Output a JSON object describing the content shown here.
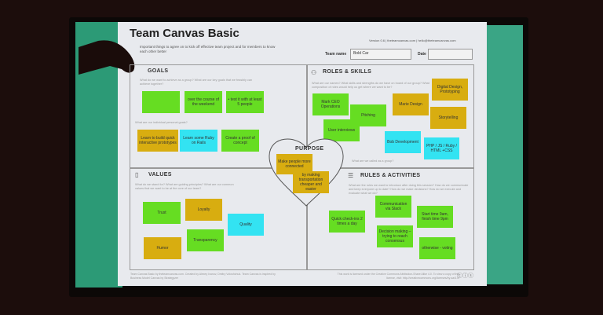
{
  "header": {
    "title": "Team Canvas Basic",
    "subtitle": "Important things to agree on to kick off effective team project and for members to know each other better",
    "meta": "Version 0.6 | theteamcanvas.com | hello@theteamcanvas.com",
    "team_name_label": "Team name",
    "team_name_value": "Bold Car",
    "date_label": "Date",
    "date_value": ""
  },
  "goals": {
    "title": "GOALS",
    "q1": "What do we want to achieve as a group? What are our key goals that we feasibly can achieve together?",
    "q2": "What are our individual personal goals?",
    "notes": [
      "",
      "over the course of the weekend",
      "• test it with at least 5 people",
      "Learn to build quick interactive prototypes",
      "Learn some Ruby on Rails",
      "Create a proof of concept"
    ]
  },
  "roles": {
    "title": "ROLES & SKILLS",
    "q": "What are our names? What skills and strengths do we have on board of our group? What composition of roles would help us get where we want to be?",
    "q2": "What are we called as a group?",
    "notes": [
      "Mark CEO Operations",
      "Pitching",
      "User interviews",
      "Marie Design",
      "Digital Design, Prototyping",
      "Storytelling",
      "Bob Development",
      "PHP / JS / Ruby / HTML +CSS"
    ]
  },
  "purpose": {
    "title": "PURPOSE",
    "notes": [
      "Make people more connected",
      "by making transportation cheaper and easier"
    ]
  },
  "values": {
    "title": "VALUES",
    "q": "What do we stand for? What are guiding principles? What are our common values that we want to be at the core of our team?",
    "notes": [
      "Trust",
      "Loyalty",
      "Quality",
      "Humor",
      "Transparency"
    ]
  },
  "rules": {
    "title": "RULES & ACTIVITIES",
    "q": "What are the rules we want to introduce after doing this session? How do we communicate and keep everyone up to date? How do we make decisions? How do we execute and evaluate what we do?",
    "notes": [
      "Communication via Slack",
      "Quick check-ins 2 times a day",
      "Start time 9am, finish time 9pm",
      "Decision making – trying to reach consensus",
      "otherwise - voting"
    ]
  },
  "footer": {
    "left": "Team Canvas Basic by theteamcanvas.com. Created by Alexey Ivanov, Dmitry Voloshchuk. Team Canvas is inspired by Business Model Canvas by Strategyzer",
    "right": "This work is licensed under the Creative Commons Attribution-Share Alike 4.0. To view a copy of this license, visit: http://creativecommons.org/licenses/by-sa/4.0/"
  }
}
